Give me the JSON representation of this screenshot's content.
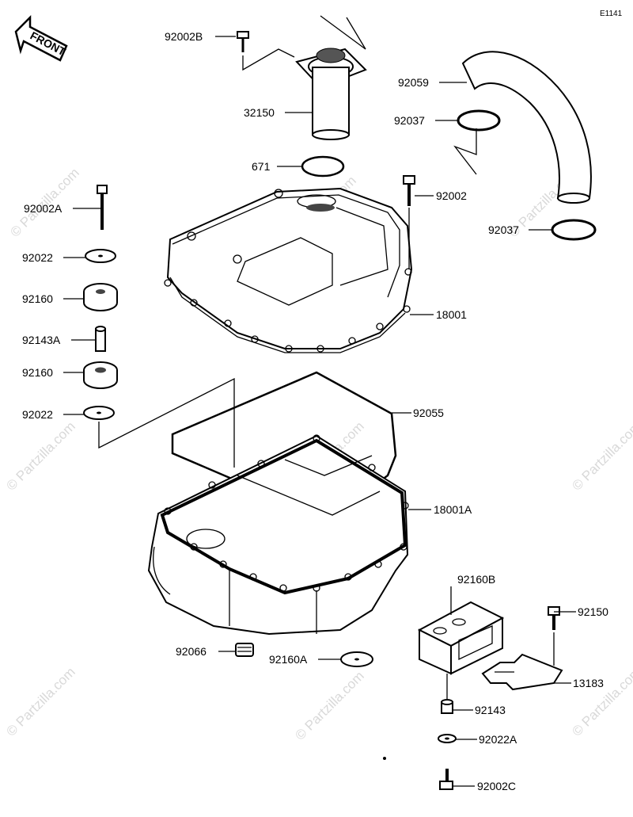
{
  "diagram": {
    "code": "E1141",
    "front_label": "FRONT",
    "watermark": "© Partzilla.com",
    "callouts": {
      "p92002B": "92002B",
      "p32150": "32150",
      "p671": "671",
      "p92059": "92059",
      "p92037_top": "92037",
      "p92002": "92002",
      "p92037_bot": "92037",
      "p92002A_left": "92002A",
      "p92022_top": "92022",
      "p92160_top": "92160",
      "p92143A": "92143A",
      "p92160_bot": "92160",
      "p92022_bot": "92022",
      "p18001": "18001",
      "p92055": "92055",
      "p18001A": "18001A",
      "p92160B": "92160B",
      "p92150": "92150",
      "p92066": "92066",
      "p92160A": "92160A",
      "p13183": "13183",
      "p92143": "92143",
      "p92022A": "92022A",
      "p92002C": "92002C"
    }
  }
}
